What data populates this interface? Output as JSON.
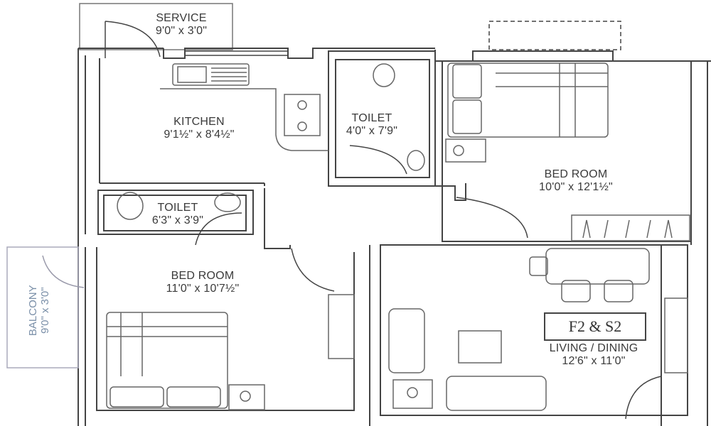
{
  "plan": {
    "unit_tag": "F2 & S2",
    "rooms": [
      {
        "id": "service",
        "name": "SERVICE",
        "dims": "9'0\" x 3'0\""
      },
      {
        "id": "kitchen",
        "name": "KITCHEN",
        "dims": "9'1½\" x 8'4½\""
      },
      {
        "id": "toilet-1",
        "name": "TOILET",
        "dims": "4'0\" x 7'9\""
      },
      {
        "id": "bedroom-1",
        "name": "BED ROOM",
        "dims": "10'0\" x 12'1½\""
      },
      {
        "id": "toilet-2",
        "name": "TOILET",
        "dims": "6'3\" x 3'9\""
      },
      {
        "id": "bedroom-2",
        "name": "BED ROOM",
        "dims": "11'0\" x 10'7½\""
      },
      {
        "id": "living-dining",
        "name": "LIVING / DINING",
        "dims": "12'6\" x 11'0\""
      },
      {
        "id": "balcony",
        "name": "BALCONY",
        "dims": "9'0\" x 3'0\""
      }
    ],
    "colors": {
      "wall": "#444444",
      "fixture": "#666666",
      "balcony_text": "#7a8fa8"
    }
  }
}
